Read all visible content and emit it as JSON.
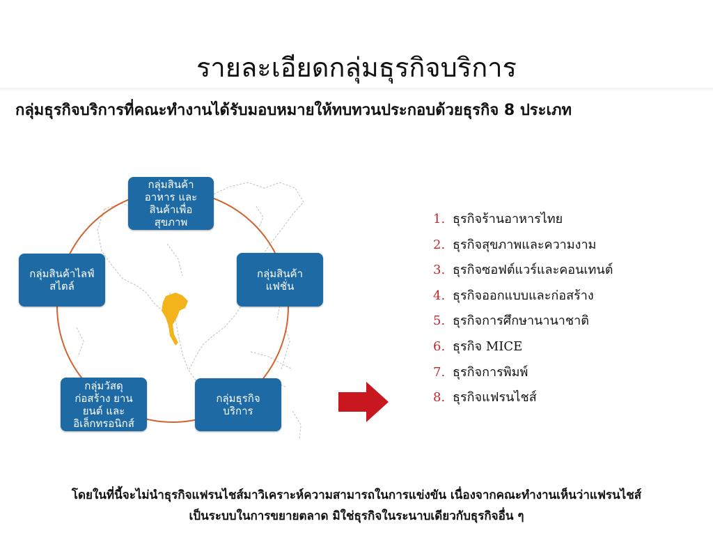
{
  "title": "รายละเอียดกลุ่มธุรกิจบริการ",
  "subtitle": "กลุ่มธุรกิจบริการที่คณะทำงานได้รับมอบหมายให้ทบทวนประกอบด้วยธุรกิจ 8 ประเภท",
  "diagram": {
    "boxes": [
      "กลุ่มสินค้า\nอาหาร  และ\nสินค้าเพื่อ\nสุขภาพ",
      "กลุ่มสินค้า\nแฟชั่น",
      "กลุ่มธุรกิจ\nบริการ",
      "กลุ่มวัสดุ\nก่อสร้าง  ยาน\nยนต์  และ\nอิเล็กทรอนิกส์",
      "กลุ่มสินค้าไลฟ์\nสไตล์"
    ],
    "ring_color": "#d2622e",
    "box_color": "#1d6aa5",
    "highlight_color": "#f2b31b"
  },
  "arrow_color": "#c8171e",
  "business_types": [
    {
      "num": "1.",
      "label": "ธุรกิจร้านอาหารไทย"
    },
    {
      "num": "2.",
      "label": "ธุรกิจสุขภาพและความงาม"
    },
    {
      "num": "3.",
      "label": "ธุรกิจซอฟต์แวร์และคอนเทนต์"
    },
    {
      "num": "4.",
      "label": "ธุรกิจออกแบบและก่อสร้าง"
    },
    {
      "num": "5.",
      "label": "ธุรกิจการศึกษานานาชาติ"
    },
    {
      "num": "6.",
      "label": "ธุรกิจ MICE"
    },
    {
      "num": "7.",
      "label": "ธุรกิจการพิมพ์"
    },
    {
      "num": "8.",
      "label": "ธุรกิจแฟรนไชส์"
    }
  ],
  "footer": {
    "line1": "โดยในที่นี้จะไม่นำธุรกิจแฟรนไชส์มาวิเคราะห์ความสามารถในการแข่งขัน เนื่องจากคณะทำงานเห็นว่าแฟรนไชส์",
    "line2": "เป็นระบบในการขยายตลาด มิใช่ธุรกิจในระนาบเดียวกับธุรกิจอื่น ๆ"
  }
}
